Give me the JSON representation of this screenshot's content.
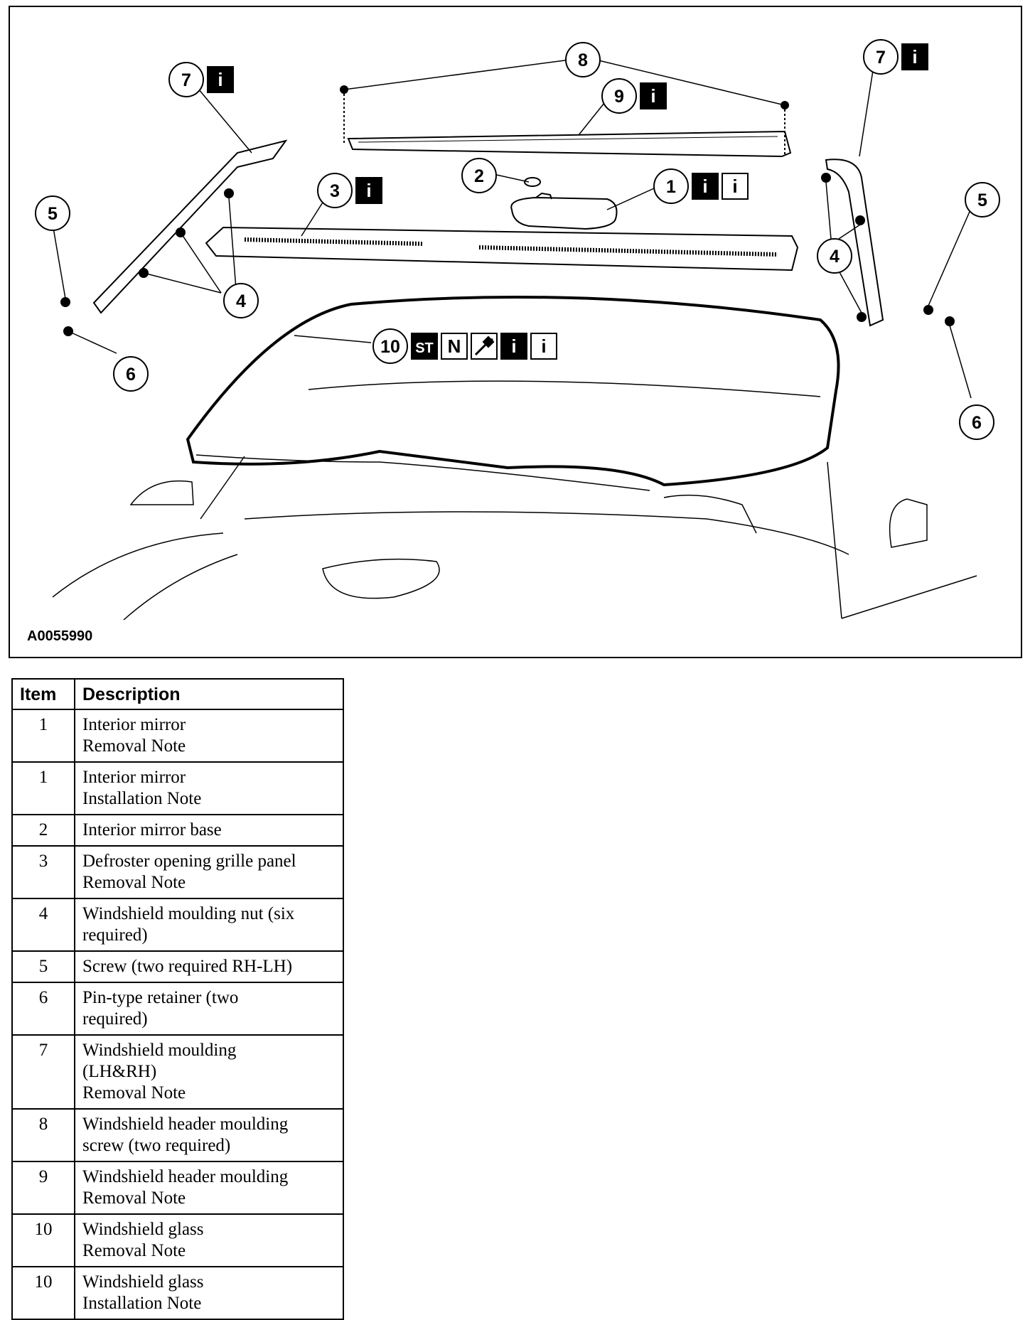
{
  "figure": {
    "id": "A0055990",
    "callouts": [
      {
        "key": "c7l",
        "num": "7",
        "badges": [
          "black-i"
        ]
      },
      {
        "key": "c8",
        "num": "8",
        "badges": []
      },
      {
        "key": "c9",
        "num": "9",
        "badges": [
          "black-i"
        ]
      },
      {
        "key": "c7r",
        "num": "7",
        "badges": [
          "black-i"
        ]
      },
      {
        "key": "c2",
        "num": "2",
        "badges": []
      },
      {
        "key": "c3",
        "num": "3",
        "badges": [
          "black-i"
        ]
      },
      {
        "key": "c1",
        "num": "1",
        "badges": [
          "black-i",
          "white-i"
        ]
      },
      {
        "key": "c5l",
        "num": "5",
        "badges": []
      },
      {
        "key": "c5r",
        "num": "5",
        "badges": []
      },
      {
        "key": "c4l",
        "num": "4",
        "badges": []
      },
      {
        "key": "c4r",
        "num": "4",
        "badges": []
      },
      {
        "key": "c10",
        "num": "10",
        "badges": [
          "ST",
          "N",
          "sealant",
          "black-i",
          "white-i"
        ]
      },
      {
        "key": "c6l",
        "num": "6",
        "badges": []
      },
      {
        "key": "c6r",
        "num": "6",
        "badges": []
      }
    ],
    "badge_text": {
      "info": "i",
      "special_tool": "ST",
      "new_part": "N"
    }
  },
  "table": {
    "headers": {
      "item": "Item",
      "description": "Description"
    },
    "rows": [
      {
        "item": "1",
        "lines": [
          "Interior mirror",
          "Removal Note"
        ]
      },
      {
        "item": "1",
        "lines": [
          "Interior mirror",
          "Installation Note"
        ]
      },
      {
        "item": "2",
        "lines": [
          "Interior mirror base"
        ]
      },
      {
        "item": "3",
        "lines": [
          "Defroster opening grille panel",
          "Removal Note"
        ]
      },
      {
        "item": "4",
        "lines": [
          "Windshield moulding nut (six",
          "required)"
        ]
      },
      {
        "item": "5",
        "lines": [
          "Screw (two required RH-LH)"
        ]
      },
      {
        "item": "6",
        "lines": [
          "Pin-type retainer (two",
          "required)"
        ]
      },
      {
        "item": "7",
        "lines": [
          "Windshield moulding",
          "(LH&RH)",
          "Removal Note"
        ]
      },
      {
        "item": "8",
        "lines": [
          "Windshield header moulding",
          "screw (two required)"
        ]
      },
      {
        "item": "9",
        "lines": [
          "Windshield header moulding",
          "Removal Note"
        ]
      },
      {
        "item": "10",
        "lines": [
          "Windshield glass",
          "Removal Note"
        ]
      },
      {
        "item": "10",
        "lines": [
          "Windshield glass",
          "Installation Note"
        ]
      }
    ]
  }
}
